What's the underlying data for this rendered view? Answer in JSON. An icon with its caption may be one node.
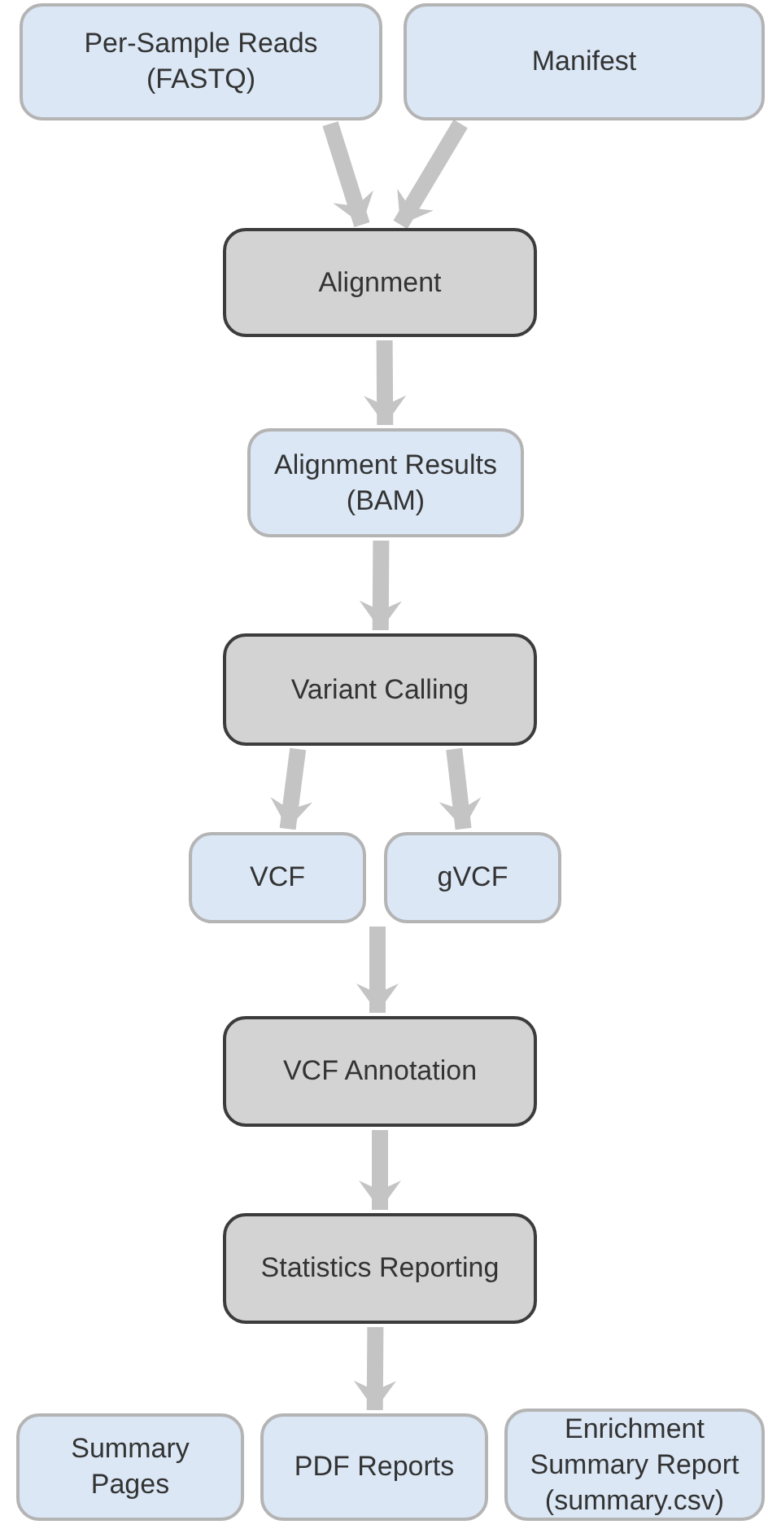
{
  "diagram": {
    "nodes": [
      {
        "text": [
          "Per-Sample Reads (FASTQ)"
        ]
      },
      {
        "text": [
          "Manifest"
        ]
      },
      {
        "text": [
          "Alignment"
        ]
      },
      {
        "text": [
          "Alignment Results (BAM)"
        ]
      },
      {
        "text": [
          "Variant Calling"
        ]
      },
      {
        "text": [
          "VCF"
        ]
      },
      {
        "text": [
          "gVCF"
        ]
      },
      {
        "text": [
          "VCF Annotation"
        ]
      },
      {
        "text": [
          "Statistics Reporting"
        ]
      },
      {
        "text": [
          "Summary Pages"
        ]
      },
      {
        "text": [
          "PDF Reports"
        ]
      },
      {
        "text": [
          "Enrichment Summary Report (summary.csv)"
        ]
      }
    ],
    "edges": [
      {
        "from": 0,
        "to": 2,
        "arrow": "to"
      },
      {
        "from": 1,
        "to": 2,
        "arrow": "to"
      },
      {
        "from": 2,
        "to": 3,
        "arrow": "to"
      },
      {
        "from": 3,
        "to": 4,
        "arrow": "to"
      },
      {
        "from": 4,
        "to": 5,
        "arrow": "to"
      },
      {
        "from": 4,
        "to": 6,
        "arrow": "to"
      },
      {
        "from": 5,
        "to": 7,
        "arrow": "to"
      },
      {
        "from": 6,
        "to": 7,
        "arrow": "to"
      },
      {
        "from": 7,
        "to": 8,
        "arrow": "to"
      },
      {
        "from": 8,
        "to": 10,
        "arrow": "to"
      }
    ]
  }
}
